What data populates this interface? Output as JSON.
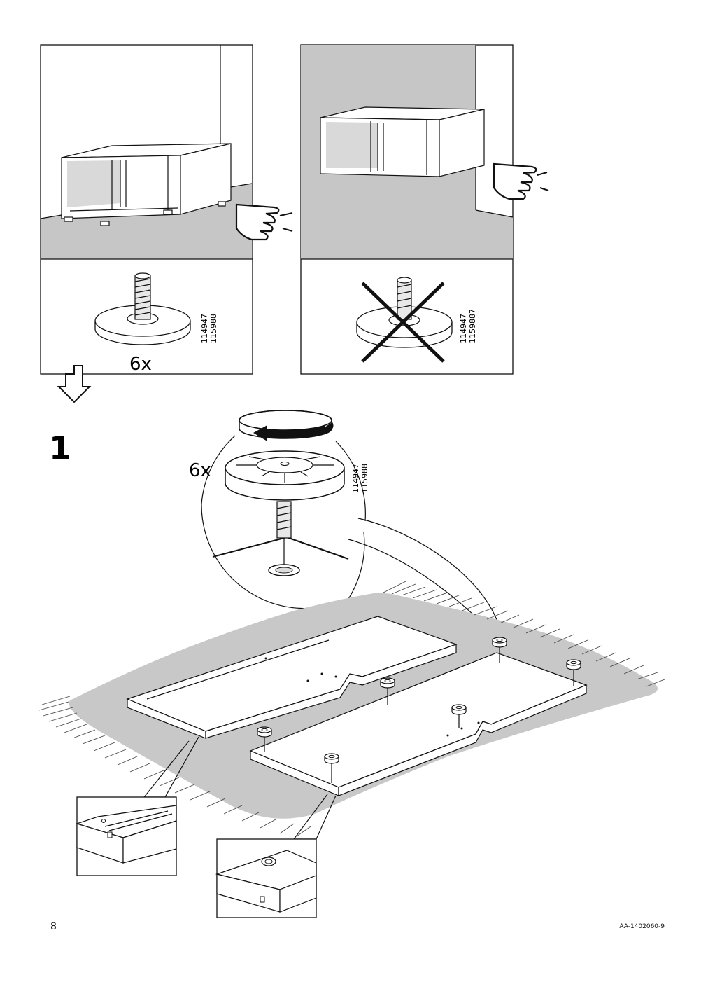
{
  "panel_top_left": {
    "quantity": "6x",
    "part_number_1": "114947",
    "part_number_2": "115988"
  },
  "panel_top_right": {
    "part_number_1": "114947",
    "part_number_2": "1159887"
  },
  "step": {
    "number": "1",
    "quantity": "6x",
    "part_number_1": "114947",
    "part_number_2": "115988"
  },
  "footer": {
    "page_number": "8",
    "document_id": "AA-1402060-9"
  }
}
